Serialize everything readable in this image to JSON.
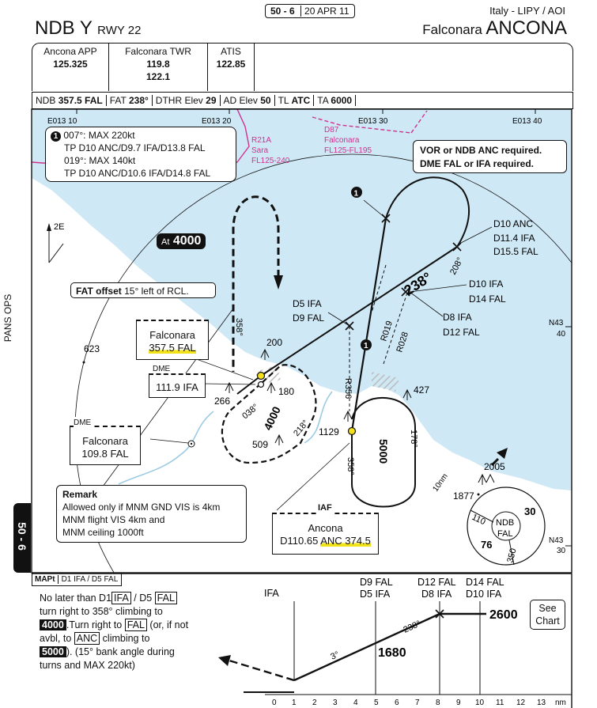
{
  "header": {
    "page_no": "50 - 6",
    "date": "20 APR 11",
    "country_line": "Italy - LIPY / AOI",
    "procedure": "NDB Y",
    "runway": "RWY 22",
    "city": "Falconara",
    "airport": "ANCONA"
  },
  "comms": [
    {
      "name": "Ancona APP",
      "freqs": [
        "125.325"
      ]
    },
    {
      "name": "Falconara TWR",
      "freqs": [
        "119.8",
        "122.1"
      ]
    },
    {
      "name": "ATIS",
      "freqs": [
        "122.85"
      ]
    }
  ],
  "info_bar": [
    {
      "label": "NDB",
      "value": "357.5 FAL"
    },
    {
      "label": "FAT",
      "value": "238°"
    },
    {
      "label": "DTHR Elev",
      "value": "29"
    },
    {
      "label": "AD Elev",
      "value": "50"
    },
    {
      "label": "TL",
      "value": "ATC"
    },
    {
      "label": "TA",
      "value": "6000"
    }
  ],
  "grid": {
    "e10": "E013 10",
    "e20": "E013 20",
    "e30": "E013 30",
    "e40": "E013 40",
    "n40a": "N43",
    "n40b": "40",
    "n30a": "N43",
    "n30b": "30"
  },
  "side_label": "PANS OPS",
  "side_tab": "50 - 6",
  "restrictions": {
    "number": "1",
    "lines": [
      "007°: MAX 220kt",
      "TP D10 ANC/D9.7 IFA/D13.8 FAL",
      "019°: MAX 140kt",
      "TP D10 ANC/D10.6 IFA/D14.8 FAL"
    ]
  },
  "airspace": {
    "r21a": [
      "R21A",
      "Sara",
      "FL125-240"
    ],
    "d87": [
      "D87",
      "Falconara",
      "FL125-FL195"
    ]
  },
  "requirement": [
    "VOR or NDB ANC required.",
    "DME FAL or IFA required."
  ],
  "north": "2E",
  "hold_alt": {
    "prefix": "At",
    "value": "4000"
  },
  "fat_offset": {
    "label": "FAT offset",
    "text": "15° left of RCL."
  },
  "falconara_ndb": {
    "name": "Falconara",
    "freq": "357.5 FAL"
  },
  "dme_ifa": {
    "tag": "DME",
    "freq": "111.9 IFA"
  },
  "dme_fal": {
    "tag": "DME",
    "name": "Falconara",
    "freq": "109.8 FAL"
  },
  "iaf": {
    "tag": "IAF",
    "name": "Ancona",
    "freq_a": "D110.65",
    "freq_b": "ANC 374.5"
  },
  "remark": {
    "title": "Remark",
    "lines": [
      "Allowed only if MNM GND VIS is 4km",
      "MNM flight VIS 4km and",
      "MNM ceiling 1000ft"
    ]
  },
  "fixes": {
    "d10anc": [
      "D10 ANC",
      "D11.4 IFA",
      "D15.5 FAL"
    ],
    "d10ifa": [
      "D10 IFA",
      "D14 FAL"
    ],
    "d8ifa": [
      "D8 IFA",
      "D12 FAL"
    ],
    "d5ifa": [
      "D5 IFA",
      "D9 FAL"
    ]
  },
  "map_labels": {
    "c238": "238°",
    "c208": "208°",
    "r019": "R019",
    "r028": "R028",
    "r356": "R356",
    "c358a": "358°",
    "c358b": "358°",
    "c038": "038°",
    "c218": "218°",
    "c178": "178°",
    "alt4000": "4000",
    "alt5000": "5000",
    "nm10": "10nm",
    "waypoint1": "1"
  },
  "elevations": {
    "e623": "623",
    "e200": "200",
    "e180": "180",
    "e266": "266",
    "e509": "509",
    "e1129": "1129",
    "e427": "427",
    "e2005": "2005",
    "e1877": "1877"
  },
  "msa": {
    "ndb": "NDB",
    "fal": "FAL",
    "s30": "30",
    "s76": "76",
    "b110": "110",
    "b350": "350"
  },
  "missed": {
    "label": "MAPt",
    "point": "D1 IFA / D5 FAL",
    "text": {
      "l1a": "No later than D1",
      "l1b": "IFA",
      "l1c": " / D5 ",
      "l1d": "FAL",
      "l2": "turn right to 358° climbing to",
      "l3a": "4000",
      "l3b": ".Turn right to ",
      "l3c": "FAL",
      "l3d": " (or, if not",
      "l4a": "avbl, to ",
      "l4b": "ANC",
      "l4c": " climbing to",
      "l5a": "5000",
      "l5b": "). (15° bank angle during",
      "l6": "turns and MAX 220kt)"
    }
  },
  "profile": {
    "ifa": "IFA",
    "fix_d9": [
      "D9 FAL",
      "D5 IFA"
    ],
    "fix_d12": [
      "D12 FAL",
      "D8 IFA"
    ],
    "fix_d14": [
      "D14 FAL",
      "D10 IFA"
    ],
    "alt_2600": "2600",
    "alt_1680": "1680",
    "course": "238°",
    "glide": "3°",
    "see_chart": [
      "See",
      "Chart"
    ],
    "scale": [
      "0",
      "1",
      "2",
      "3",
      "4",
      "5",
      "6",
      "7",
      "8",
      "9",
      "10",
      "11",
      "12",
      "13"
    ],
    "unit": "nm"
  }
}
